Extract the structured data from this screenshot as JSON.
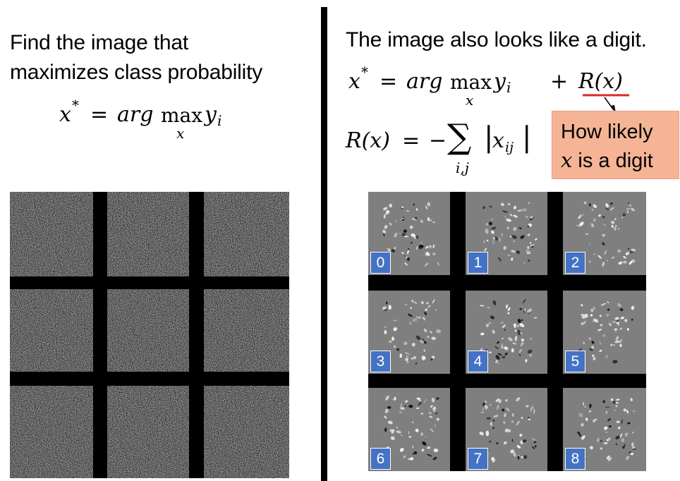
{
  "left": {
    "heading_line1": "Find the image that",
    "heading_line2": "maximizes class probability",
    "formula": {
      "lhs": "x",
      "star": "*",
      "equals": "=",
      "arg": "arg",
      "max": "max",
      "sub": "x",
      "y": "y",
      "y_sub": "i"
    }
  },
  "right": {
    "heading": "The image also looks like a digit.",
    "formula1": {
      "lhs": "x",
      "star": "*",
      "equals": "=",
      "arg": "arg",
      "max": "max",
      "sub": "x",
      "y": "y",
      "y_sub": "i",
      "plus": "+",
      "reg": "R(x)"
    },
    "formula2": {
      "lhs": "R(x)",
      "equals": "=",
      "minus": "−",
      "sigma": "∑",
      "sum_sub": "i,j",
      "abs_left": "|",
      "x": "x",
      "x_sub": "ij",
      "abs_right": "|"
    },
    "callout": {
      "line1": "How likely",
      "line2_var": "x",
      "line2_rest": " is a digit"
    },
    "digit_labels": [
      "0",
      "1",
      "2",
      "3",
      "4",
      "5",
      "6",
      "7",
      "8"
    ]
  },
  "colors": {
    "underline": "#e0262b",
    "callout_fill": "#f4b495",
    "badge": "#4472c4",
    "noise_panel_bg": "#808080",
    "digit_panel_bg": "#7f7f7f"
  }
}
